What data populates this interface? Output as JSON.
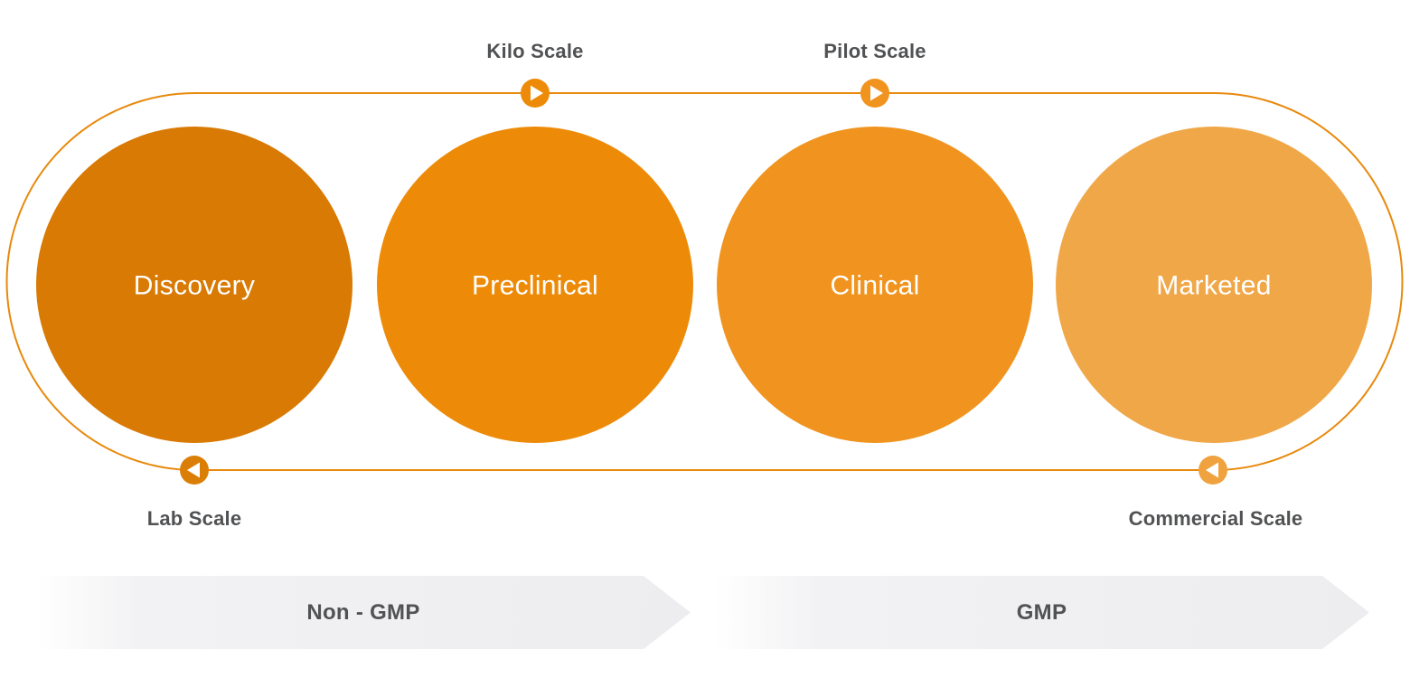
{
  "stages": [
    {
      "label": "Discovery",
      "color": "#D87A04"
    },
    {
      "label": "Preclinical",
      "color": "#ED8B08"
    },
    {
      "label": "Clinical",
      "color": "#F0941F"
    },
    {
      "label": "Marketed",
      "color": "#F0A748"
    }
  ],
  "scale_markers": [
    {
      "label": "Kilo Scale",
      "direction": "right",
      "color": "#ED8B08"
    },
    {
      "label": "Pilot Scale",
      "direction": "right",
      "color": "#F0941F"
    },
    {
      "label": "Lab Scale",
      "direction": "left",
      "color": "#DB7E06"
    },
    {
      "label": "Commercial Scale",
      "direction": "left",
      "color": "#EFA23E"
    }
  ],
  "banners": [
    {
      "label": "Non - GMP"
    },
    {
      "label": "GMP"
    }
  ],
  "colors": {
    "loop_line": "#E8890C",
    "scale_label_text": "#515254",
    "stage_text": "#FFFFFF",
    "banner_fill": "#EDEDEF",
    "banner_text": "#515254",
    "marker_arrow": "#FFFFFF"
  }
}
